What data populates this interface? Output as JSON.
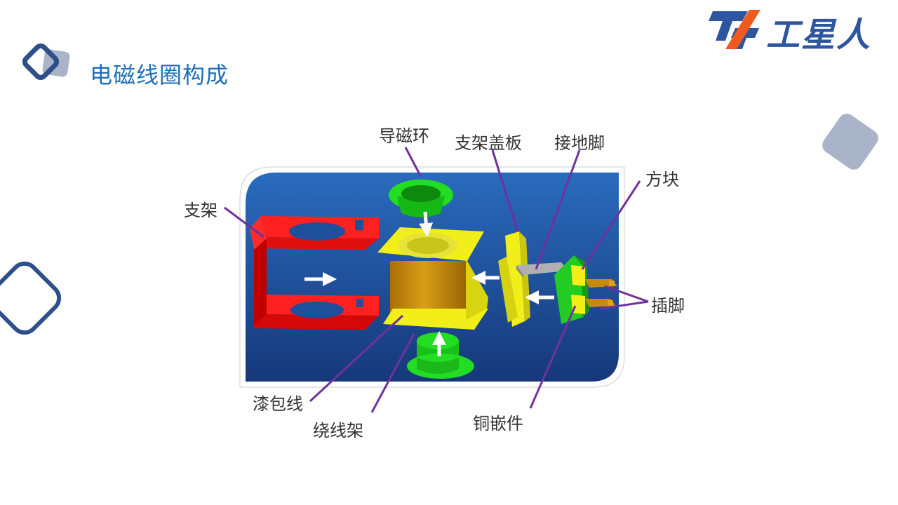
{
  "header": {
    "title": "电磁线圈构成",
    "logo_text": "工星人"
  },
  "diagram": {
    "labels": {
      "bracket": "支架",
      "magnetic_ring": "导磁环",
      "bracket_cover": "支架盖板",
      "ground_pin": "接地脚",
      "square_block": "方块",
      "plug_pin": "插脚",
      "enameled_wire": "漆包线",
      "bobbin": "绕线架",
      "copper_insert": "铜嵌件"
    }
  },
  "colors": {
    "accent": "#1f6fb5",
    "panel_blue": "#1d4f9a",
    "leader_purple": "#7030a0",
    "bracket_red": "#ff1a1a",
    "ring_green": "#22dd22",
    "bobbin_yellow": "#f2ee1a",
    "coil_orange": "#c88a0c",
    "deco_navy": "#2d4f8a",
    "deco_gray": "#aab4c8"
  }
}
